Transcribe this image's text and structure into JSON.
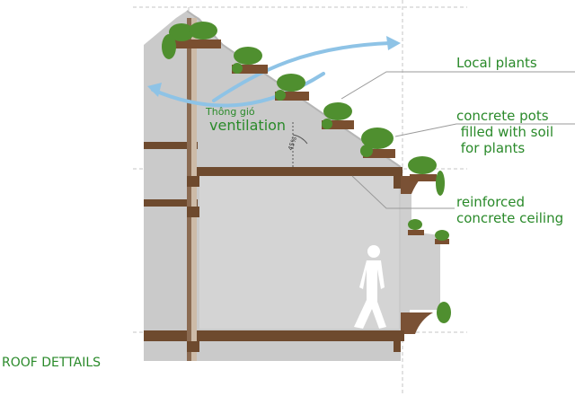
{
  "title": "ROOF DETTAILS",
  "ventilation": {
    "vietnamese": "Thông gió",
    "english": "ventilation"
  },
  "angle_label": "45%",
  "callouts": [
    {
      "id": "local-plants",
      "text": "Local plants"
    },
    {
      "id": "concrete-pots",
      "text": "concrete pots\n filled with soil\n for plants"
    },
    {
      "id": "ceiling",
      "text": "reinforced\nconcrete ceiling"
    }
  ],
  "colors": {
    "wall": "#c9c9c9",
    "slab": "#6e4a2e",
    "pot": "#7a4f30",
    "plant": "#4f8f2f",
    "arrow": "#8ec3e6",
    "text": "#2a8a2a",
    "leader": "#9a9a9a",
    "dashed": "#bdbdbd"
  }
}
